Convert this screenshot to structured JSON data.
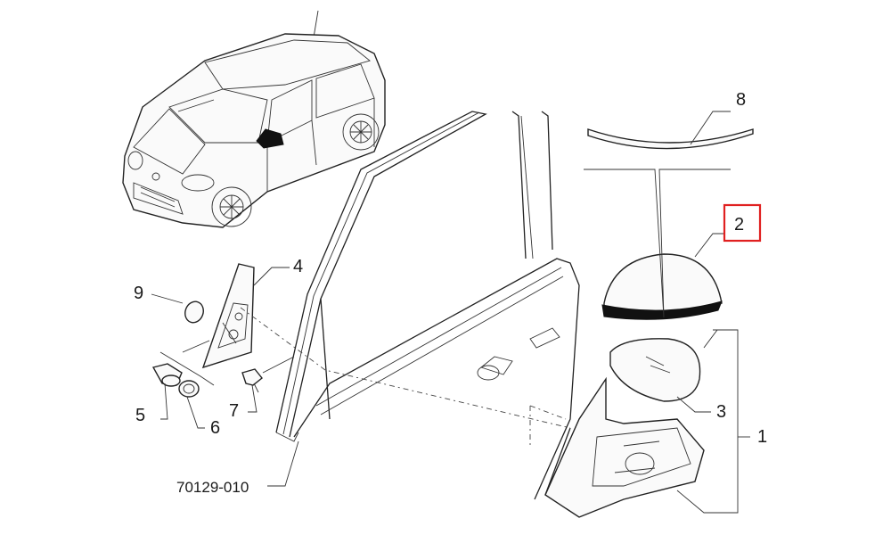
{
  "diagram": {
    "callouts": {
      "c1": "1",
      "c2": "2",
      "c3": "3",
      "c4": "4",
      "c5": "5",
      "c6": "6",
      "c7": "7",
      "c8": "8",
      "c9": "9"
    },
    "reference_code": "70129-010",
    "highlighted_part": "2",
    "highlight_color": "#e02020"
  }
}
